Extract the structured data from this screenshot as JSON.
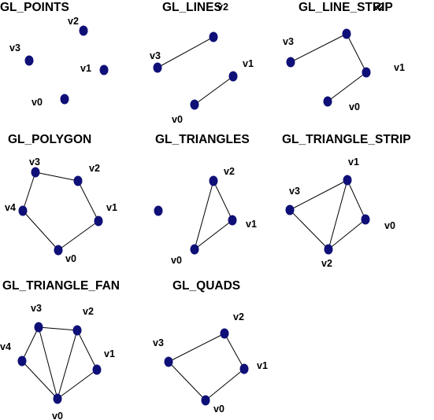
{
  "colors": {
    "vertex": "#0f0f78",
    "edge": "#000000",
    "text": "#000000",
    "background": "#ffffff"
  },
  "panels": [
    {
      "title": "GL_POINTS",
      "vertices": [
        {
          "label": "v0"
        },
        {
          "label": "v1"
        },
        {
          "label": "v2"
        },
        {
          "label": "v3"
        }
      ],
      "edges": []
    },
    {
      "title": "GL_LINES",
      "vertices": [
        {
          "label": "v0"
        },
        {
          "label": "v1"
        },
        {
          "label": "v2"
        },
        {
          "label": "v3"
        }
      ],
      "edges": [
        [
          0,
          1
        ],
        [
          2,
          3
        ]
      ]
    },
    {
      "title": "GL_LINE_STRIP",
      "vertices": [
        {
          "label": "v0"
        },
        {
          "label": "v1"
        },
        {
          "label": "v2"
        },
        {
          "label": "v3"
        }
      ],
      "edges": [
        [
          0,
          1
        ],
        [
          1,
          2
        ],
        [
          2,
          3
        ]
      ]
    },
    {
      "title": "GL_POLYGON",
      "vertices": [
        {
          "label": "v0"
        },
        {
          "label": "v1"
        },
        {
          "label": "v2"
        },
        {
          "label": "v3"
        },
        {
          "label": "v4"
        }
      ],
      "edges": [
        [
          0,
          1
        ],
        [
          1,
          2
        ],
        [
          2,
          3
        ],
        [
          3,
          4
        ],
        [
          4,
          0
        ]
      ]
    },
    {
      "title": "GL_TRIANGLES",
      "vertices": [
        {
          "label": "v0"
        },
        {
          "label": "v1"
        },
        {
          "label": "v2"
        },
        {
          "label": ""
        }
      ],
      "edges": [
        [
          0,
          1
        ],
        [
          1,
          2
        ],
        [
          2,
          0
        ]
      ]
    },
    {
      "title": "GL_TRIANGLE_STRIP",
      "vertices": [
        {
          "label": "v0"
        },
        {
          "label": "v1"
        },
        {
          "label": "v2"
        },
        {
          "label": "v3"
        }
      ],
      "edges": [
        [
          0,
          1
        ],
        [
          1,
          2
        ],
        [
          2,
          0
        ],
        [
          1,
          3
        ],
        [
          3,
          2
        ]
      ]
    },
    {
      "title": "GL_TRIANGLE_FAN",
      "vertices": [
        {
          "label": "v0"
        },
        {
          "label": "v1"
        },
        {
          "label": "v2"
        },
        {
          "label": "v3"
        },
        {
          "label": "v4"
        }
      ],
      "edges": [
        [
          0,
          1
        ],
        [
          1,
          2
        ],
        [
          2,
          3
        ],
        [
          3,
          4
        ],
        [
          0,
          2
        ],
        [
          0,
          3
        ],
        [
          0,
          4
        ]
      ]
    },
    {
      "title": "GL_QUADS",
      "vertices": [
        {
          "label": "v0"
        },
        {
          "label": "v1"
        },
        {
          "label": "v2"
        },
        {
          "label": "v3"
        }
      ],
      "edges": [
        [
          0,
          1
        ],
        [
          1,
          2
        ],
        [
          2,
          3
        ],
        [
          3,
          0
        ]
      ]
    }
  ]
}
